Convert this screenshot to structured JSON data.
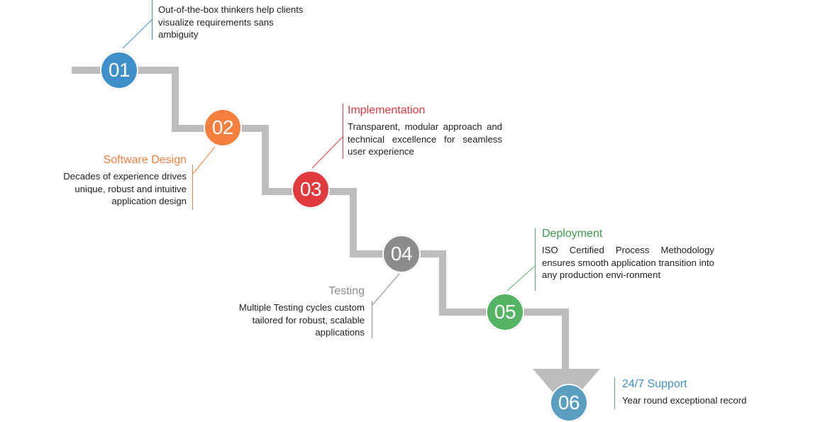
{
  "colors": {
    "path": "#bdbdbd",
    "blue": "#3f8fc8",
    "orange": "#f47f3f",
    "red": "#e0393e",
    "gray": "#8c8c8c",
    "green": "#55b463",
    "teal": "#5a9fc0"
  },
  "steps": [
    {
      "number": "01",
      "title": "",
      "description": "Out-of-the-box thinkers help clients visualize requirements sans ambiguity",
      "color": "#3f8fc8",
      "title_color": "#3f8fc8"
    },
    {
      "number": "02",
      "title": "Software Design",
      "description": "Decades of experience drives unique, robust and intuitive application design",
      "color": "#f47f3f",
      "title_color": "#f47f3f"
    },
    {
      "number": "03",
      "title": "Implementation",
      "description": "Transparent, modular approach and technical excellence for seamless user experience",
      "color": "#e0393e",
      "title_color": "#e0393e"
    },
    {
      "number": "04",
      "title": "Testing",
      "description": "Multiple Testing cycles custom tailored for robust, scalable applications",
      "color": "#8c8c8c",
      "title_color": "#8c8c8c"
    },
    {
      "number": "05",
      "title": "Deployment",
      "description": "ISO Certified Process Methodology ensures smooth application transition into any production envi-ronment",
      "color": "#55b463",
      "title_color": "#3a9a4a"
    },
    {
      "number": "06",
      "title": "24/7 Support",
      "description": "Year round exceptional record",
      "color": "#5a9fc0",
      "title_color": "#3f8fc8"
    }
  ]
}
